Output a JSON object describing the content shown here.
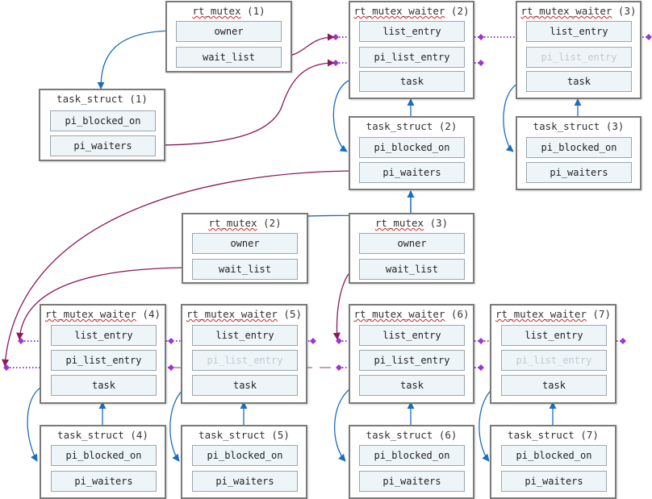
{
  "boxes": {
    "rt_mutex_1": {
      "name": "rt_mutex",
      "index": "(1)",
      "fields": [
        "owner",
        "wait_list"
      ]
    },
    "rt_mutex_waiter_2": {
      "name": "rt_mutex_waiter",
      "index": "(2)",
      "fields": [
        "list_entry",
        "pi_list_entry",
        "task"
      ]
    },
    "rt_mutex_waiter_3": {
      "name": "rt_mutex_waiter",
      "index": "(3)",
      "fields": [
        "list_entry",
        "pi_list_entry",
        "task"
      ]
    },
    "task_struct_1": {
      "name": "task_struct",
      "index": "(1)",
      "fields": [
        "pi_blocked_on",
        "pi_waiters"
      ]
    },
    "task_struct_2": {
      "name": "task_struct",
      "index": "(2)",
      "fields": [
        "pi_blocked_on",
        "pi_waiters"
      ]
    },
    "task_struct_3": {
      "name": "task_struct",
      "index": "(3)",
      "fields": [
        "pi_blocked_on",
        "pi_waiters"
      ]
    },
    "rt_mutex_2": {
      "name": "rt_mutex",
      "index": "(2)",
      "fields": [
        "owner",
        "wait_list"
      ]
    },
    "rt_mutex_3": {
      "name": "rt_mutex",
      "index": "(3)",
      "fields": [
        "owner",
        "wait_list"
      ]
    },
    "rt_mutex_waiter_4": {
      "name": "rt_mutex_waiter",
      "index": "(4)",
      "fields": [
        "list_entry",
        "pi_list_entry",
        "task"
      ]
    },
    "rt_mutex_waiter_5": {
      "name": "rt_mutex_waiter",
      "index": "(5)",
      "fields": [
        "list_entry",
        "pi_list_entry",
        "task"
      ]
    },
    "rt_mutex_waiter_6": {
      "name": "rt_mutex_waiter",
      "index": "(6)",
      "fields": [
        "list_entry",
        "pi_list_entry",
        "task"
      ]
    },
    "rt_mutex_waiter_7": {
      "name": "rt_mutex_waiter",
      "index": "(7)",
      "fields": [
        "list_entry",
        "pi_list_entry",
        "task"
      ]
    },
    "task_struct_4": {
      "name": "task_struct",
      "index": "(4)",
      "fields": [
        "pi_blocked_on",
        "pi_waiters"
      ]
    },
    "task_struct_5": {
      "name": "task_struct",
      "index": "(5)",
      "fields": [
        "pi_blocked_on",
        "pi_waiters"
      ]
    },
    "task_struct_6": {
      "name": "task_struct",
      "index": "(6)",
      "fields": [
        "pi_blocked_on",
        "pi_waiters"
      ]
    },
    "task_struct_7": {
      "name": "task_struct",
      "index": "(7)",
      "fields": [
        "pi_blocked_on",
        "pi_waiters"
      ]
    }
  },
  "colors": {
    "box_border": "#7a7a7a",
    "field_fill": "#eef5f9",
    "field_border": "#9aa6b0",
    "owner_link": "#1a6ebc",
    "pi_link": "#8b1a5a",
    "list_link": "#9a35d6",
    "node_marker": "#9a35d6",
    "unused_field_text": "#c4c8cb"
  }
}
